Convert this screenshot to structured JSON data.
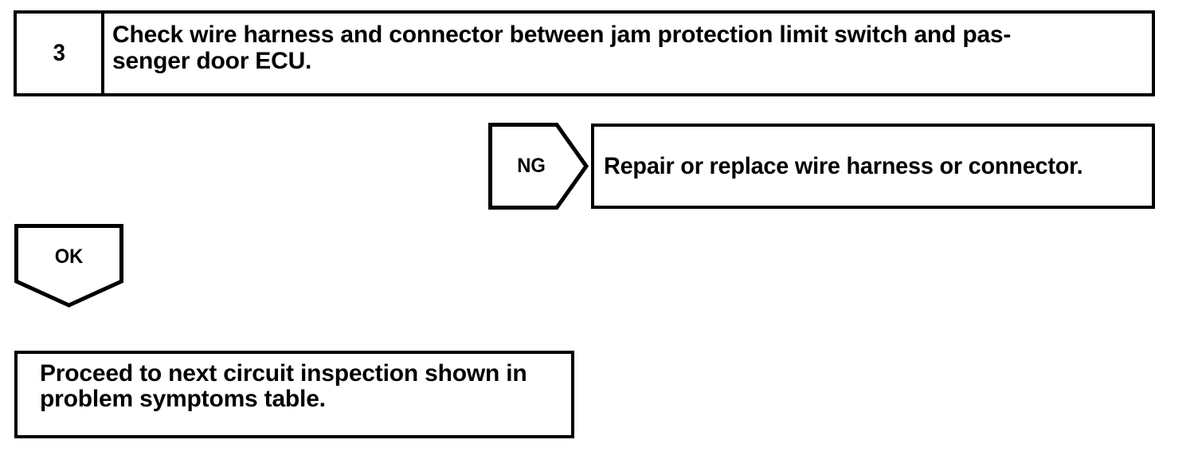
{
  "document": {
    "type": "troubleshooting-flowchart",
    "stroke_color": "#000000",
    "background_color": "#ffffff"
  },
  "step": {
    "number": "3",
    "instruction": "Check wire harness and connector between jam protection limit switch and pas-\nsenger door ECU."
  },
  "branches": {
    "ng": {
      "label": "NG",
      "direction": "right",
      "outcome": "Repair or replace wire harness or connector."
    },
    "ok": {
      "label": "OK",
      "direction": "down",
      "outcome": "Proceed to next circuit inspection shown in\nproblem symptoms table."
    }
  }
}
